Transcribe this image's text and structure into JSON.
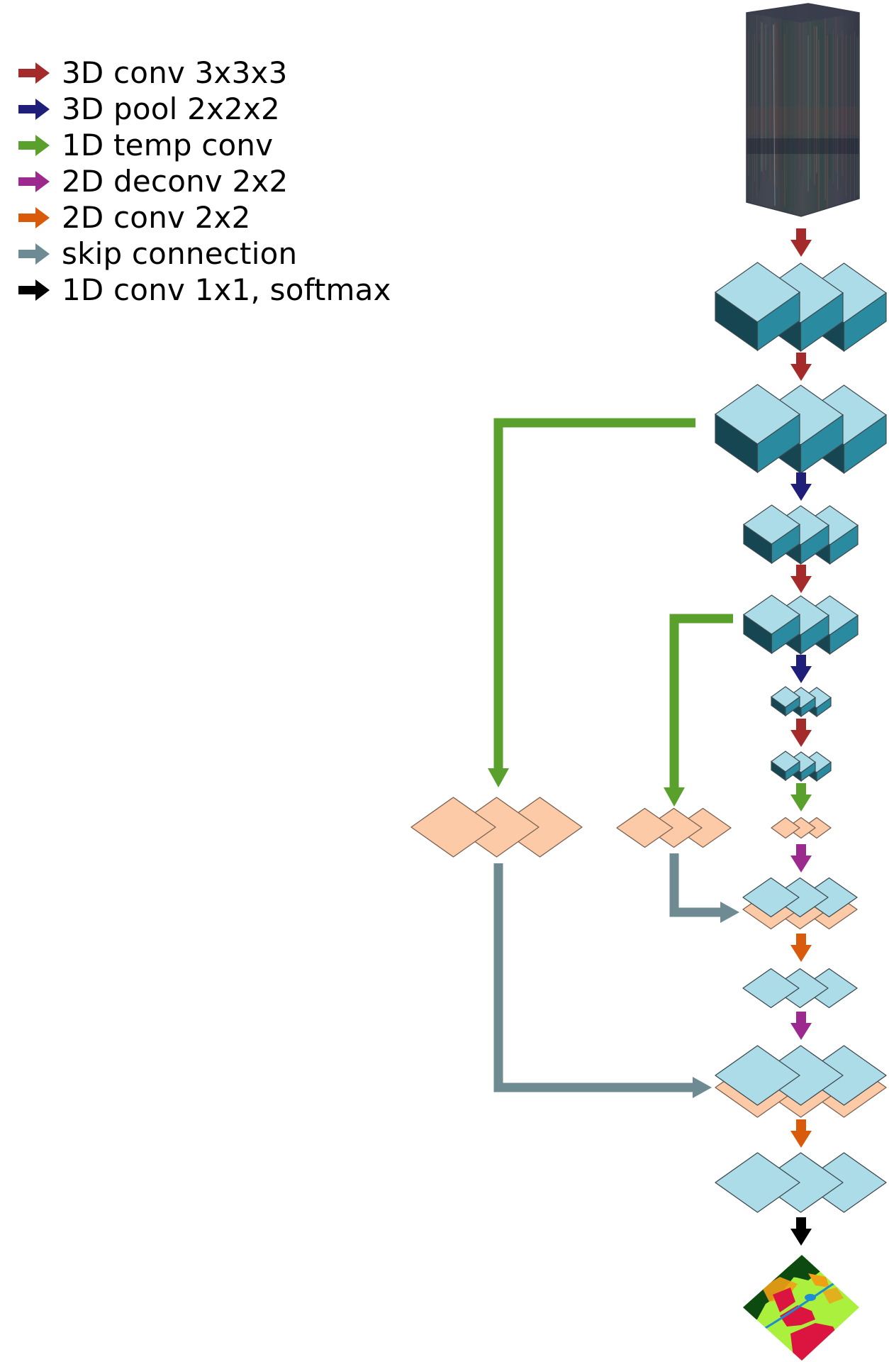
{
  "legend": {
    "items": [
      {
        "id": "3d-conv",
        "label": "3D conv 3x3x3",
        "color": "#a52a2a"
      },
      {
        "id": "3d-pool",
        "label": "3D pool 2x2x2",
        "color": "#1f1f7a"
      },
      {
        "id": "1d-temp-conv",
        "label": "1D temp conv",
        "color": "#5aa02c"
      },
      {
        "id": "2d-deconv",
        "label": "2D deconv 2x2",
        "color": "#9c2a8e"
      },
      {
        "id": "2d-conv",
        "label": "2D conv 2x2",
        "color": "#d95a0a"
      },
      {
        "id": "skip-connection",
        "label": "skip connection",
        "color": "#6e8a92"
      },
      {
        "id": "1d-conv-softmax",
        "label": "1D conv 1x1, softmax",
        "color": "#000000"
      }
    ]
  },
  "colors": {
    "cube_top": "#acdce8",
    "cube_left": "#164652",
    "cube_right": "#2a8aa0",
    "feature_blue": "#acdce8",
    "feature_peach": "#fccaa6",
    "outline": "#3c4a50",
    "peach_outline": "#7a6050",
    "input_cube_dark": "#2c3040",
    "map_field": "#aaf03c",
    "map_forest": "#0c4a10",
    "map_urban": "#dc1440",
    "map_orange": "#f0a014",
    "map_water": "#1e8cd2"
  },
  "network": {
    "input": {
      "name": "input-time-series-cube",
      "description": "satellite image time series"
    },
    "encoder": [
      {
        "name": "encoder-block-1",
        "type": "3d",
        "size": "large",
        "copies": 3
      },
      {
        "name": "encoder-block-2",
        "type": "3d",
        "size": "large",
        "copies": 3
      },
      {
        "name": "encoder-block-3",
        "type": "3d",
        "size": "medium",
        "copies": 3
      },
      {
        "name": "encoder-block-4",
        "type": "3d",
        "size": "medium",
        "copies": 3
      },
      {
        "name": "encoder-block-5",
        "type": "3d",
        "size": "small",
        "copies": 3
      },
      {
        "name": "encoder-block-6",
        "type": "3d",
        "size": "small",
        "copies": 3
      }
    ],
    "flow_arrows": [
      "3d-conv",
      "3d-conv",
      "3d-pool",
      "3d-conv",
      "3d-pool",
      "3d-conv",
      "1d-temp-conv",
      "2d-deconv",
      "2d-conv",
      "2d-deconv",
      "2d-conv",
      "1d-conv-softmax"
    ],
    "temporal_features": [
      {
        "name": "temporal-feature-large",
        "size": "large",
        "from": "encoder-block-2"
      },
      {
        "name": "temporal-feature-medium",
        "size": "medium",
        "from": "encoder-block-4"
      },
      {
        "name": "temporal-feature-small",
        "size": "small",
        "from": "encoder-block-6"
      }
    ],
    "decoder": [
      {
        "name": "decoder-concat-medium",
        "size": "medium",
        "concat": true
      },
      {
        "name": "decoder-conv-medium",
        "size": "medium",
        "concat": false
      },
      {
        "name": "decoder-concat-large",
        "size": "large",
        "concat": true
      },
      {
        "name": "decoder-conv-large",
        "size": "large",
        "concat": false
      }
    ],
    "output": {
      "name": "output-segmentation-map",
      "description": "land cover classification map"
    }
  }
}
